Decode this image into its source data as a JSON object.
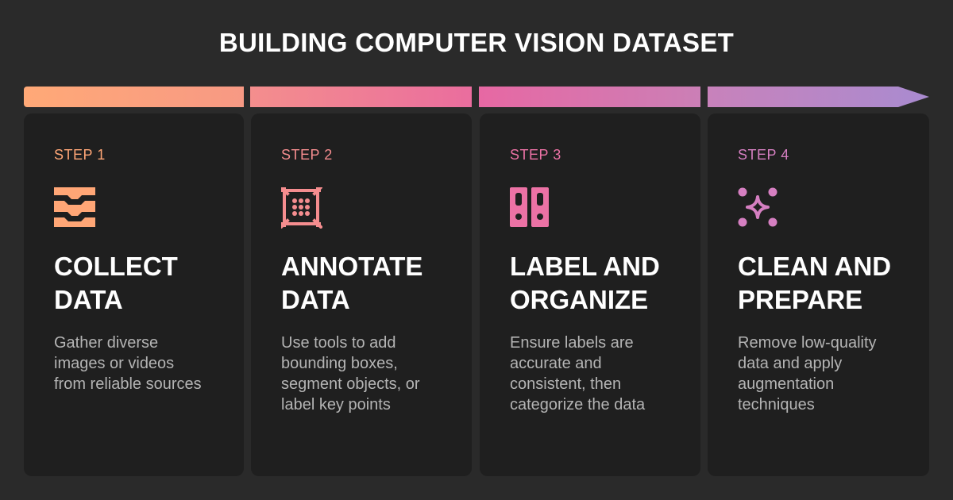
{
  "title": "BUILDING COMPUTER VISION DATASET",
  "colors": {
    "background": "#2a2a2a",
    "card": "#1f1f1f",
    "step1": "#ffa676",
    "step2": "#f58d8f",
    "step3": "#ec72a5",
    "step4": "#d57fc1"
  },
  "steps": [
    {
      "step_label": "STEP 1",
      "icon": "inbox-tray-icon",
      "heading": [
        "COLLECT",
        "DATA"
      ],
      "description": [
        "Gather diverse",
        "images or videos",
        "from reliable sources"
      ]
    },
    {
      "step_label": "STEP 2",
      "icon": "bounding-box-icon",
      "heading": [
        "ANNOTATE",
        "DATA"
      ],
      "description": [
        "Use tools to add",
        "bounding boxes,",
        "segment objects, or",
        "label key points"
      ]
    },
    {
      "step_label": "STEP 3",
      "icon": "binders-icon",
      "heading": [
        "LABEL AND",
        "ORGANIZE"
      ],
      "description": [
        "Ensure labels are",
        "accurate and",
        "consistent, then",
        "categorize the data"
      ]
    },
    {
      "step_label": "STEP 4",
      "icon": "sparkle-icon",
      "heading": [
        "CLEAN AND",
        "PREPARE"
      ],
      "description": [
        "Remove low-quality",
        "data and apply",
        "augmentation",
        "techniques"
      ]
    }
  ]
}
